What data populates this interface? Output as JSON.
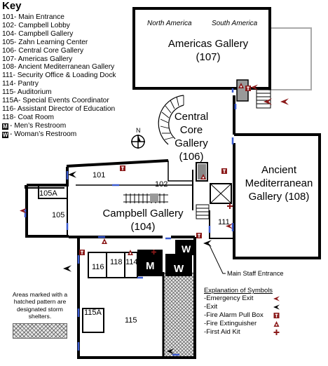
{
  "key": {
    "title": "Key",
    "items": [
      {
        "text": "101- Main Entrance"
      },
      {
        "text": "102- Campbell Lobby"
      },
      {
        "text": "104- Campbell Gallery"
      },
      {
        "text": "105- Zahn Learning Center"
      },
      {
        "text": "106- Central Core Gallery"
      },
      {
        "text": "107- Americas Gallery"
      },
      {
        "text": "108- Ancient Mediterranean Gallery"
      },
      {
        "text": "111- Security Office & Loading Dock"
      },
      {
        "text": "114- Pantry"
      },
      {
        "text": "115- Auditorium"
      },
      {
        "text": "115A- Special Events Coordinator"
      },
      {
        "text": "116- Assistant Director of Education"
      },
      {
        "text": "118- Coat Room"
      },
      {
        "badge": "M",
        "text": "- Men’s Restroom"
      },
      {
        "badge": "W",
        "text": "- Woman’s Restroom"
      }
    ]
  },
  "compass": {
    "label": "N"
  },
  "rooms": {
    "americas": {
      "sub_left": "North America",
      "sub_right": "South America",
      "name": "Americas Gallery",
      "number": "(107)"
    },
    "central": {
      "line1": "Central",
      "line2": "Core",
      "line3": "Gallery",
      "number": "(106)"
    },
    "ancient": {
      "line1": "Ancient",
      "line2": "Mediterranean",
      "line3": "Gallery (108)"
    },
    "campbell_gallery": {
      "name": "Campbell Gallery",
      "number": "(104)"
    },
    "lobby": "102",
    "entrance": "101",
    "zahn": "105",
    "zahn_a": "105A",
    "security": "111",
    "auditorium": "115",
    "auditorium_a": "115A",
    "asst_dir": "116",
    "coat": "118",
    "pantry": "114",
    "restroom_m": "M",
    "restroom_w1": "W",
    "restroom_w2": "W"
  },
  "staff_entrance": "Main Staff Entrance",
  "shelter_note": "Areas marked with a hatched pattern are designated storm shelters.",
  "legend": {
    "title": "Explanation of Symbols",
    "items": [
      {
        "text": "-Emergency Exit",
        "symbol": "emergency-exit-icon"
      },
      {
        "text": "-Exit",
        "symbol": "exit-icon"
      },
      {
        "text": "-Fire Alarm Pull Box",
        "symbol": "fire-alarm-icon"
      },
      {
        "text": "-Fire Extinguisher",
        "symbol": "fire-extinguisher-icon"
      },
      {
        "text": "-First Aid Kit",
        "symbol": "first-aid-icon"
      }
    ]
  },
  "colors": {
    "symbol_red": "#8b1a1a",
    "wall": "#000000",
    "door": "#3b5bcf",
    "hatch_bg": "#e8e8e8"
  }
}
